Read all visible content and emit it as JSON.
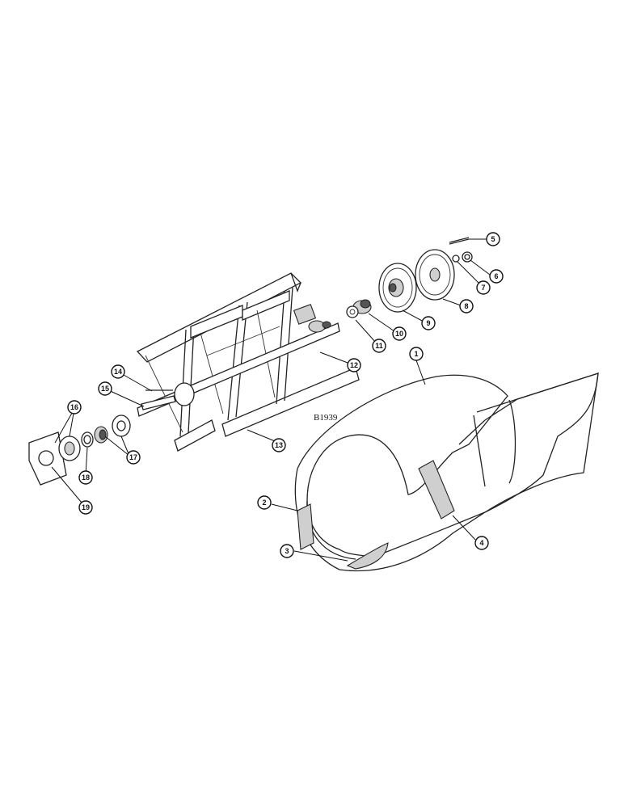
{
  "figure": {
    "reference_code": "B1939"
  },
  "callouts": [
    {
      "id": "c1",
      "label": "1"
    },
    {
      "id": "c2",
      "label": "2"
    },
    {
      "id": "c3",
      "label": "3"
    },
    {
      "id": "c4",
      "label": "4"
    },
    {
      "id": "c5",
      "label": "5"
    },
    {
      "id": "c6",
      "label": "6"
    },
    {
      "id": "c7",
      "label": "7"
    },
    {
      "id": "c8",
      "label": "8"
    },
    {
      "id": "c9",
      "label": "9"
    },
    {
      "id": "c10",
      "label": "10"
    },
    {
      "id": "c11",
      "label": "11"
    },
    {
      "id": "c12",
      "label": "12"
    },
    {
      "id": "c13",
      "label": "13"
    },
    {
      "id": "c14",
      "label": "14"
    },
    {
      "id": "c15",
      "label": "15"
    },
    {
      "id": "c16",
      "label": "16"
    },
    {
      "id": "c17",
      "label": "17"
    },
    {
      "id": "c18",
      "label": "18"
    },
    {
      "id": "c19",
      "label": "19"
    }
  ]
}
